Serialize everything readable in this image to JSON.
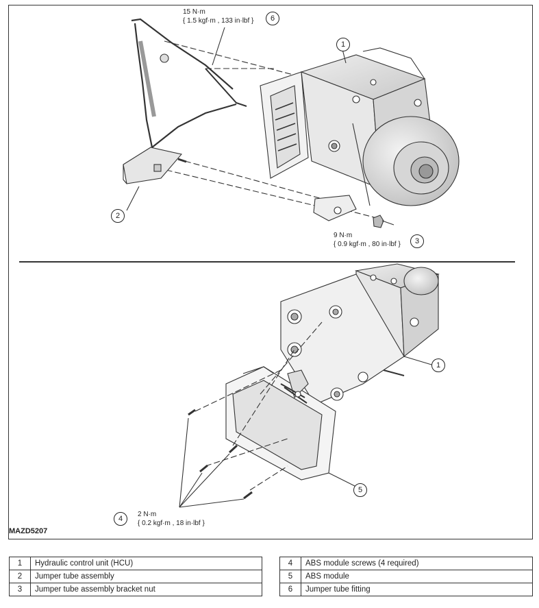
{
  "figure_id": "MAZD5207",
  "torques": {
    "t6": {
      "line1": "15 N·m",
      "line2": "{ 1.5 kgf·m , 133 in·lbf }",
      "callout": "6"
    },
    "t3": {
      "line1": "9 N·m",
      "line2": "{ 0.9 kgf·m , 80 in·lbf }",
      "callout": "3"
    },
    "t4": {
      "line1": "2 N·m",
      "line2": "{ 0.2 kgf·m , 18 in·lbf }",
      "callout": "4"
    }
  },
  "callouts": {
    "c1_top": "1",
    "c2": "2",
    "c1_bottom": "1",
    "c5": "5"
  },
  "legend_left": [
    {
      "num": "1",
      "desc": "Hydraulic control unit (HCU)"
    },
    {
      "num": "2",
      "desc": "Jumper tube assembly"
    },
    {
      "num": "3",
      "desc": "Jumper tube assembly bracket nut"
    }
  ],
  "legend_right": [
    {
      "num": "4",
      "desc": "ABS module screws (4 required)"
    },
    {
      "num": "5",
      "desc": "ABS module"
    },
    {
      "num": "6",
      "desc": "Jumper tube fitting"
    }
  ]
}
